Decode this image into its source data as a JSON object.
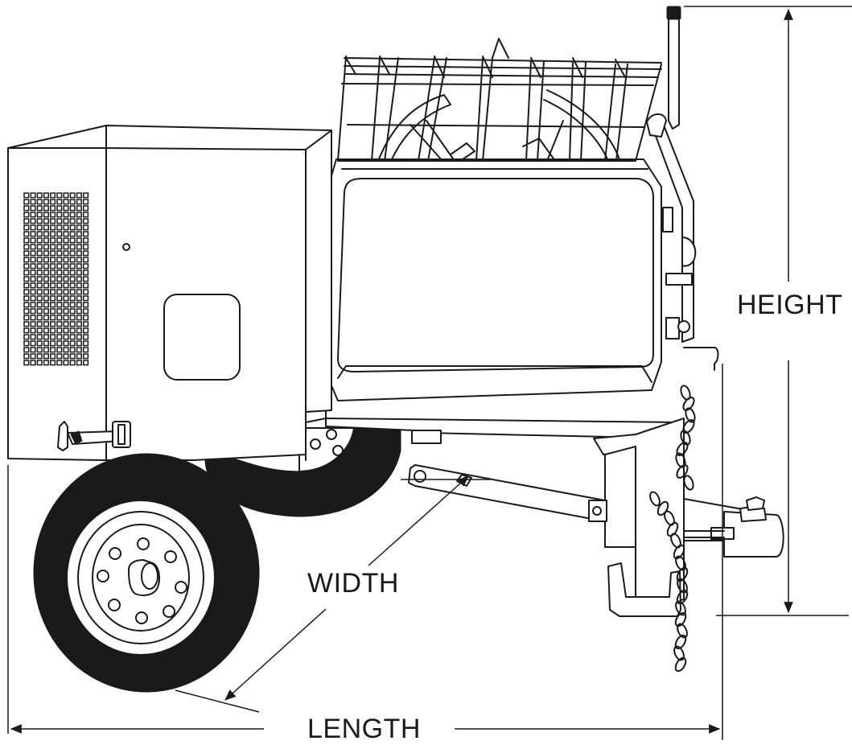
{
  "diagram": {
    "subject": "tow-behind mortar mixer",
    "dimension_labels": {
      "height": "HEIGHT",
      "width": "WIDTH",
      "length": "LENGTH"
    },
    "icons": [
      "dimension-arrow-icon"
    ]
  }
}
